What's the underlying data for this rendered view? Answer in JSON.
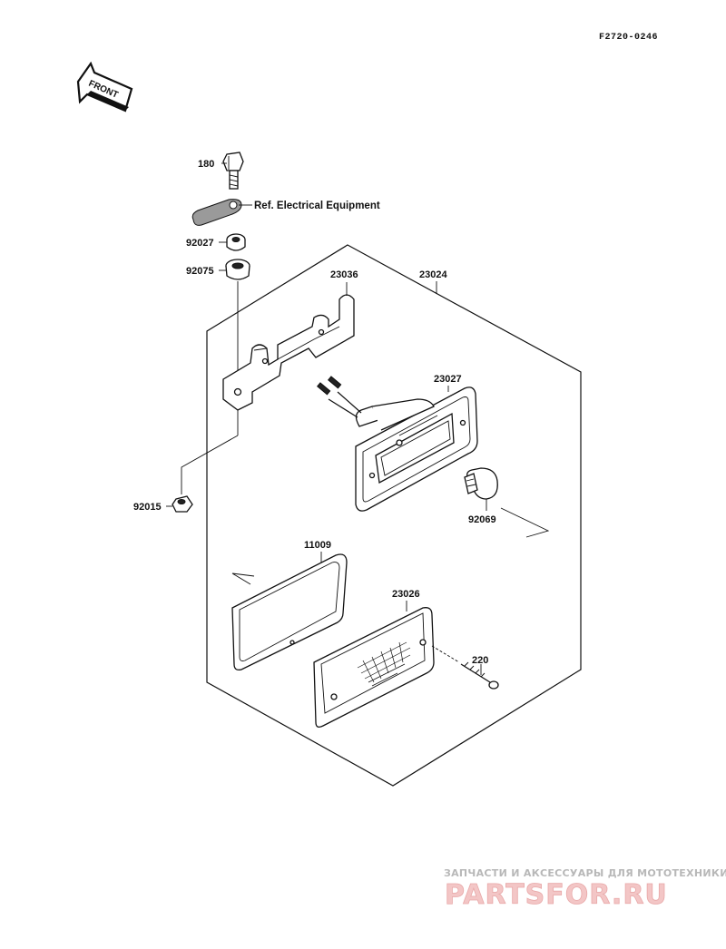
{
  "diagram_code": "F2720-0246",
  "front_label": "FRONT",
  "reference_note": "Ref. Electrical Equipment",
  "parts": {
    "p180": "180",
    "p92027": "92027",
    "p92075": "92075",
    "p23036": "23036",
    "p23024": "23024",
    "p23027": "23027",
    "p92015": "92015",
    "p92069": "92069",
    "p11009": "11009",
    "p23026": "23026",
    "p220": "220"
  },
  "watermark": {
    "tagline": "ЗАПЧАСТИ И АКСЕССУАРЫ ДЛЯ МОТОТЕХНИКИ",
    "logo": "PARTSFOR.RU"
  },
  "colors": {
    "ink": "#111111",
    "watermark_logo": "#f3c6c6",
    "watermark_text": "#b8b8b8"
  }
}
